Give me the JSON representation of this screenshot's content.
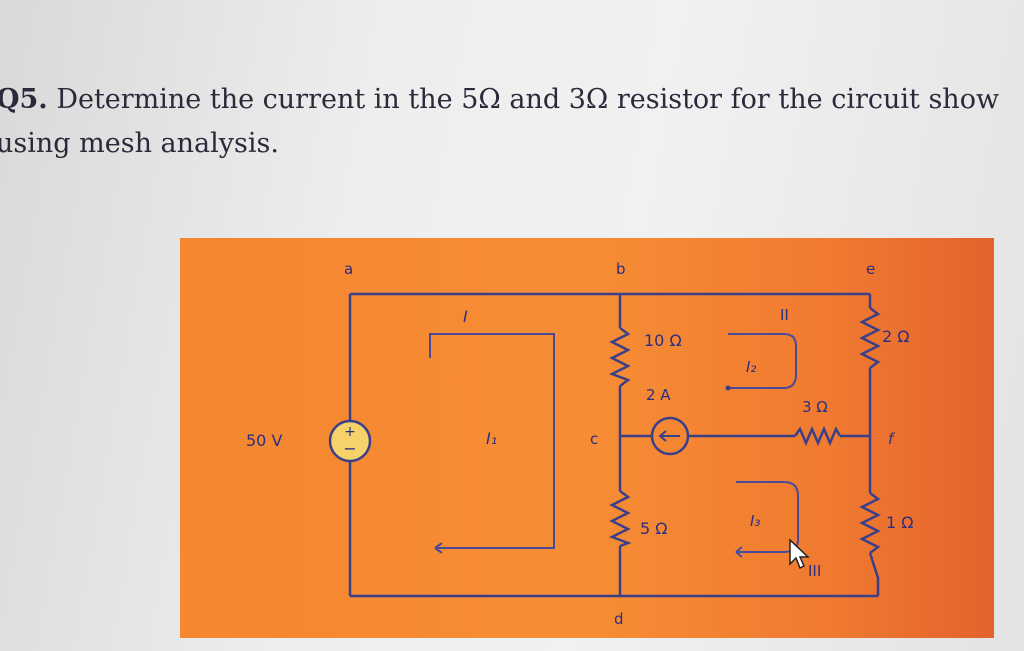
{
  "question": {
    "number": "Q5.",
    "line1": "Determine the current in the 5Ω and 3Ω resistor for the circuit show",
    "line2": "using mesh analysis."
  },
  "circuit": {
    "nodes": {
      "a": "a",
      "b": "b",
      "c": "c",
      "d": "d",
      "e": "e",
      "f": "f"
    },
    "branch_labels": {
      "I": "I",
      "II": "II",
      "III": "III"
    },
    "source_voltage": "50 V",
    "source_current": "2 A",
    "resistors": {
      "r10": "10 Ω",
      "r5": "5 Ω",
      "r3": "3 Ω",
      "r2": "2 Ω",
      "r1": "1 Ω"
    },
    "mesh_currents": {
      "i1": "I₁",
      "i2": "I₂",
      "i3": "I₃"
    }
  },
  "colors": {
    "panel": "#f4872f",
    "wire": "#3a3f8a",
    "text": "#2c2e80"
  },
  "icons": {
    "cursor": "mouse-pointer-icon"
  }
}
